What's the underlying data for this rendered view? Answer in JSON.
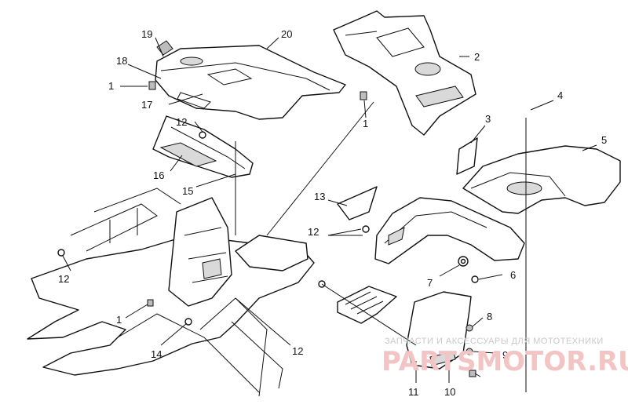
{
  "callouts": {
    "c1a": "1",
    "c1b": "1",
    "c1c": "1",
    "c2": "2",
    "c3": "3",
    "c4": "4",
    "c5": "5",
    "c6": "6",
    "c7": "7",
    "c8": "8",
    "c9": "9",
    "c10": "10",
    "c11": "11",
    "c12a": "12",
    "c12b": "12",
    "c12c": "12",
    "c12d": "12",
    "c13": "13",
    "c14": "14",
    "c15": "15",
    "c16": "16",
    "c17": "17",
    "c18": "18",
    "c19": "19",
    "c20": "20"
  },
  "watermark": {
    "caption": "ЗАПЧАСТИ И АКСЕССУАРЫ ДЛЯ МОТОТЕХНИКИ",
    "logo": "PARTSMOTOR.RU"
  },
  "colors": {
    "line": "#111111",
    "watermark_logo": "#f2c4c4",
    "watermark_caption": "#c9c9c9"
  }
}
